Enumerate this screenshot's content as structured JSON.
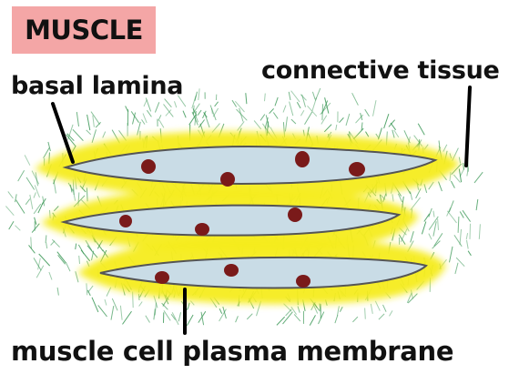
{
  "title": "MUSCLE",
  "labels": {
    "basal_lamina": "basal lamina",
    "connective_tissue": "connective tissue",
    "plasma_membrane": "muscle cell plasma membrane"
  },
  "colors": {
    "title_background": "#f4a6a6",
    "basal_lamina": "#f5ec1e",
    "cell_fill": "#c9dce6",
    "nucleus": "#7a1a1a",
    "connective_tissue": "#3f9a5a"
  }
}
